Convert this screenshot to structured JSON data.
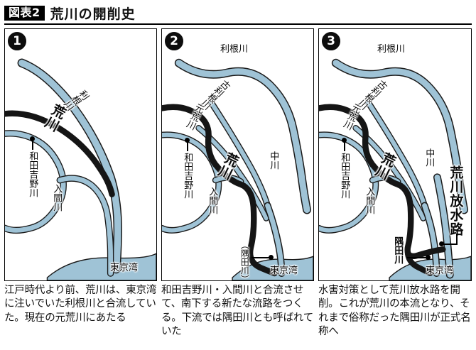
{
  "header": {
    "chip": "図表2",
    "title": "荒川の開削史"
  },
  "panels": [
    {
      "badge": "1",
      "labels": {
        "tone": "利根川",
        "arakawa": "荒川",
        "wadayoshino": "和田吉野川",
        "iruma": "入間川",
        "bay": "東京湾"
      },
      "caption": "江戸時代より前、荒川は、東京湾に注いでいた利根川と合流していた。現在の元荒川にあたる"
    },
    {
      "badge": "2",
      "labels": {
        "tone": "利根川",
        "furutone": "古利根川",
        "motoarakawa": "元荒川",
        "arakawa": "荒川",
        "naka": "中川",
        "wadayoshino": "和田吉野川",
        "iruma": "入間川",
        "sumida": "（隅田川）",
        "bay": "東京湾"
      },
      "caption": "和田吉野川・入間川と合流させて、南下する新たな流路をつくる。下流では隅田川とも呼ばれていた"
    },
    {
      "badge": "3",
      "labels": {
        "tone": "利根川",
        "furutone": "古利根川",
        "motoarakawa": "元荒川",
        "arakawa": "荒川",
        "naka": "中川",
        "wadayoshino": "和田吉野川",
        "iruma": "入間川",
        "housuiro": "荒川放水路",
        "sumida": "隅田川",
        "bay": "東京湾"
      },
      "caption": "水害対策として荒川放水路を開削。これが荒川の本流となり、それまで俗称だった隅田川が正式名称へ"
    }
  ],
  "colors": {
    "river_fill": "#9fc3d6",
    "river_stroke": "#1a1a1a",
    "bay_fill": "#9fc3d6",
    "dark_river": "#151515",
    "panel_border": "#000000",
    "text": "#0a0a0a"
  }
}
